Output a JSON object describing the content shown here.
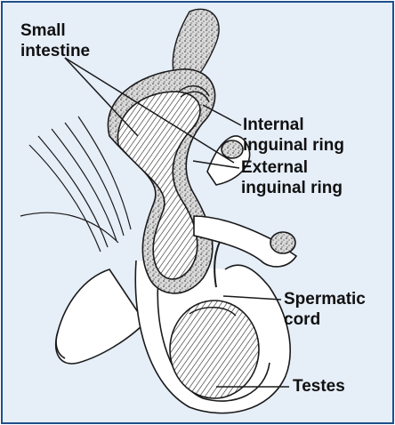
{
  "figure": {
    "labels": {
      "small_intestine": "Small\nintestine",
      "internal_ring": "Internal\ninguinal ring",
      "external_ring": "External\ninguinal ring",
      "spermatic_cord": "Spermatic\ncord",
      "testes": "Testes"
    },
    "colors": {
      "border": "#1f4f8a",
      "background": "#e6eef8",
      "line": "#1a1a1a",
      "stipple": "#7a7a7a",
      "white": "#ffffff"
    }
  }
}
